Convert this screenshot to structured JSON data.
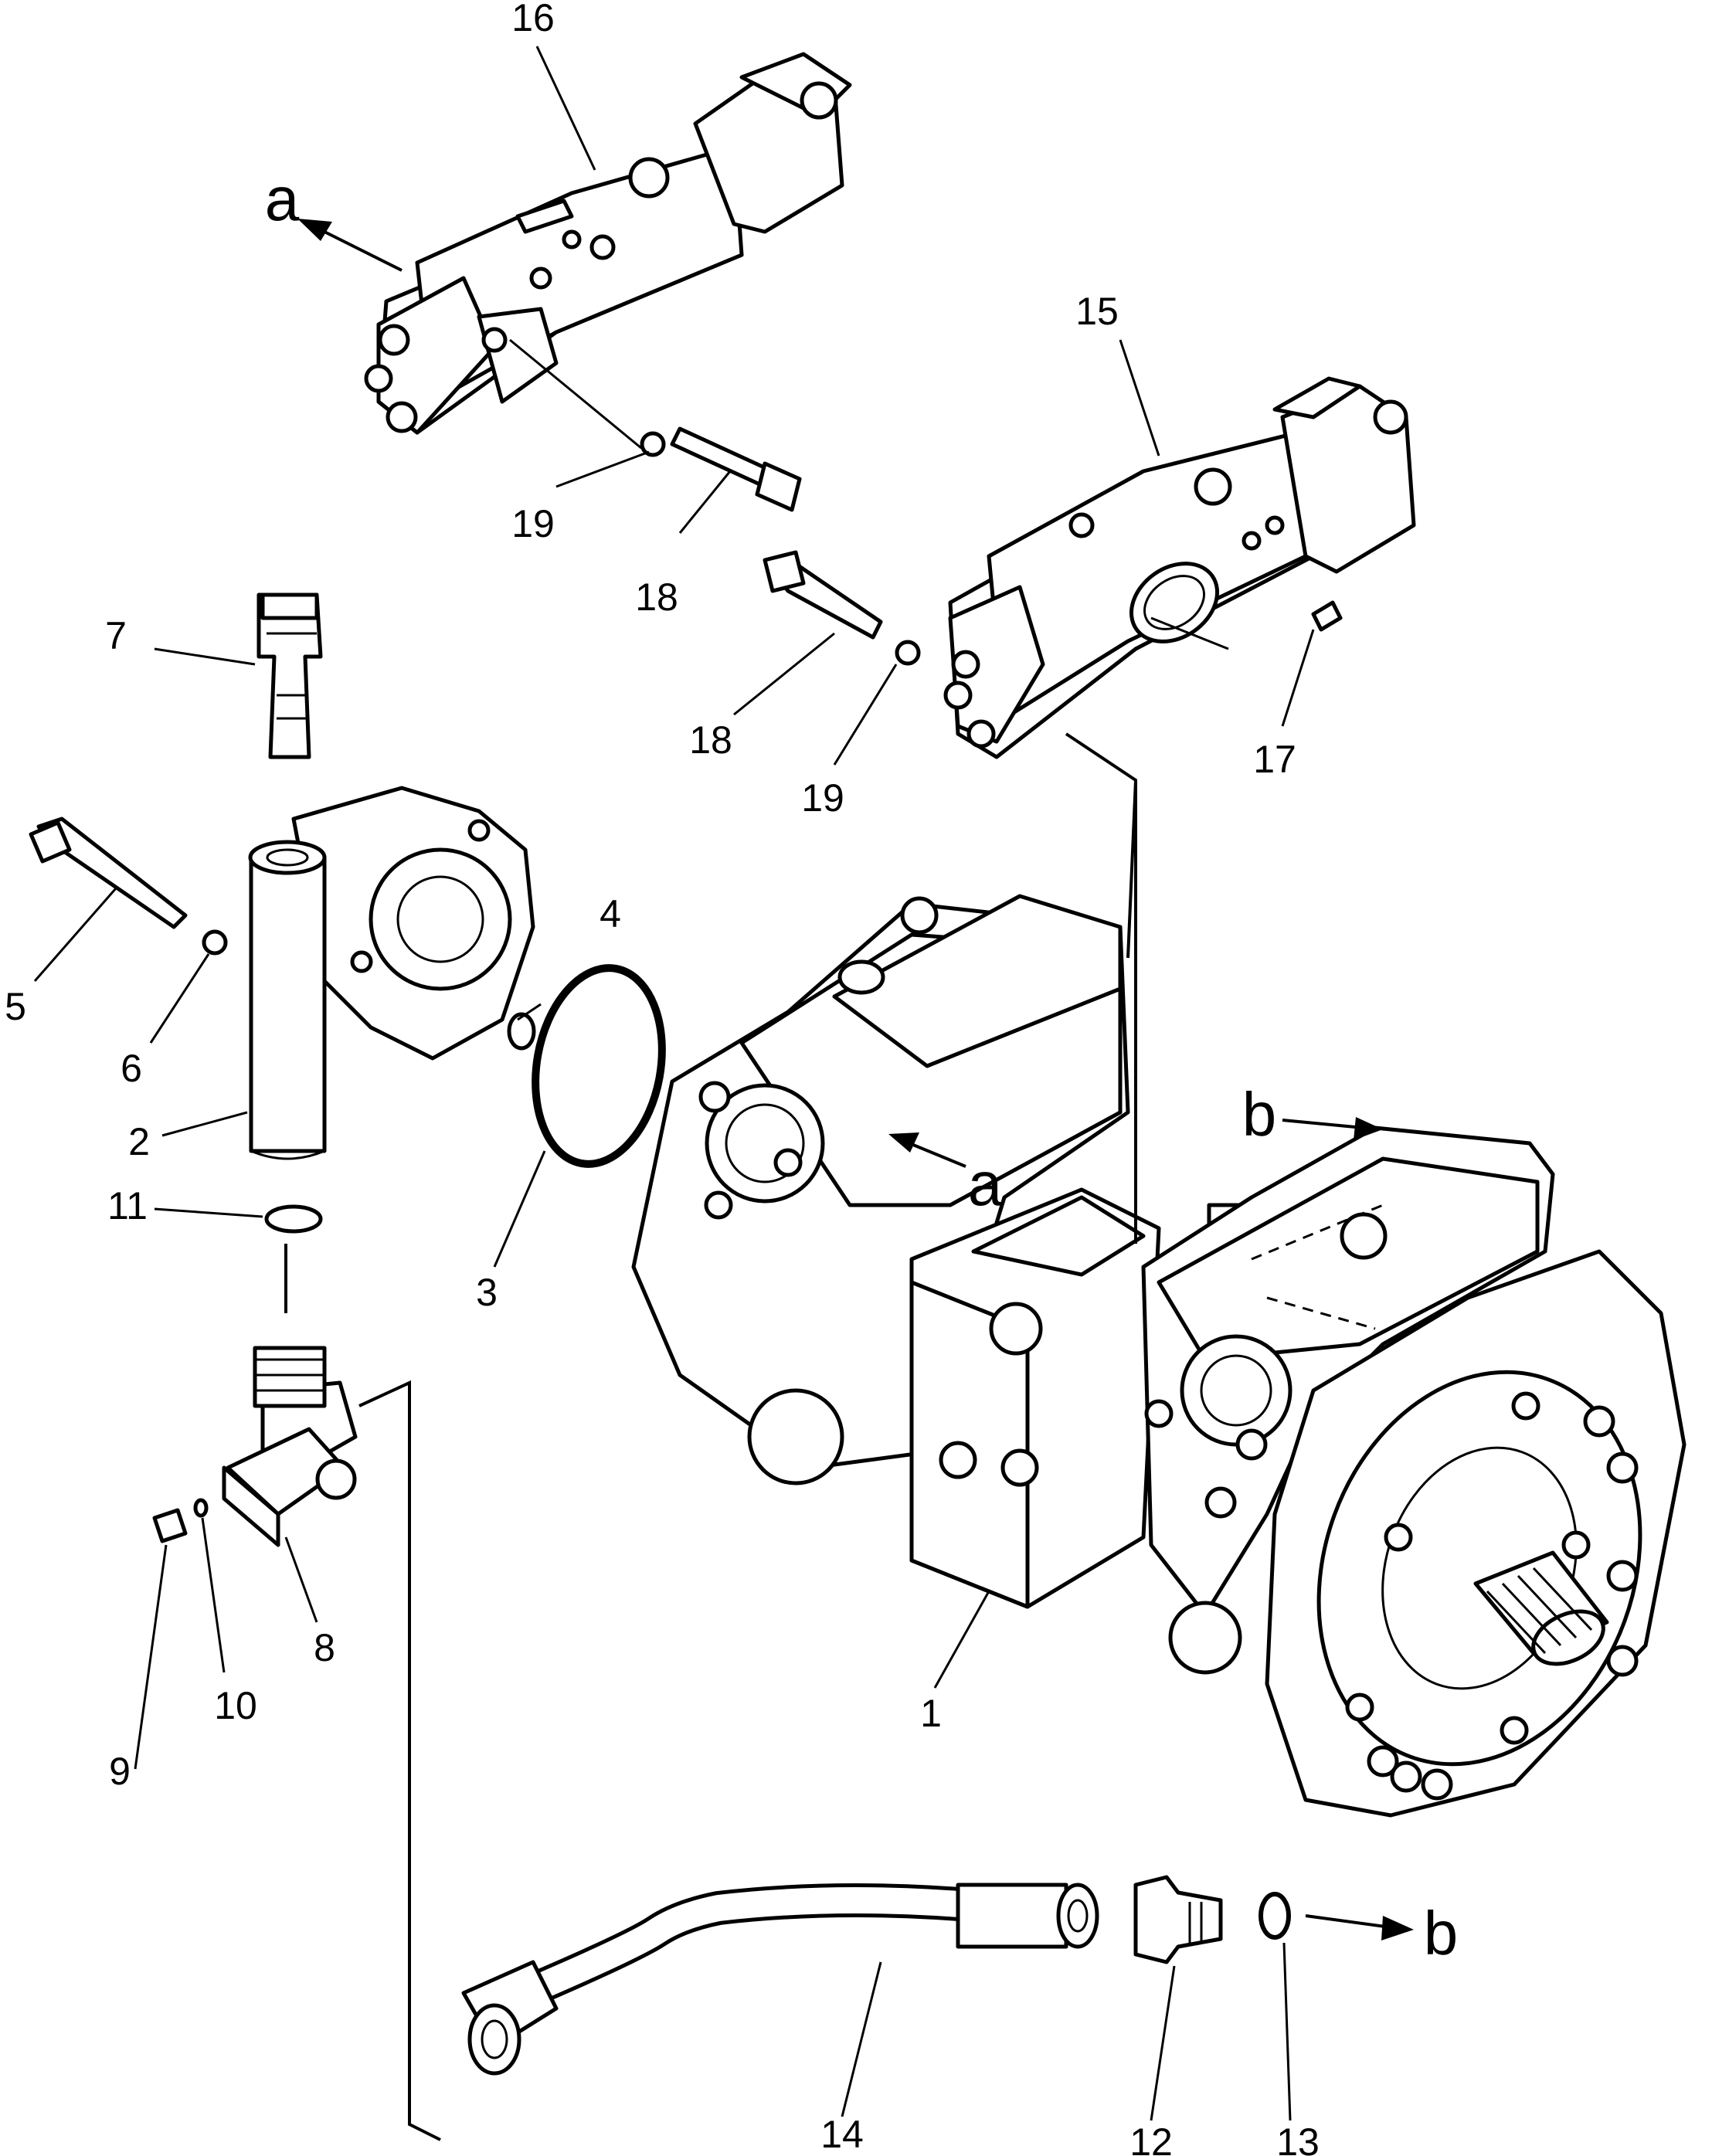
{
  "callouts": {
    "c1": "1",
    "c2": "2",
    "c3": "3",
    "c4": "4",
    "c5": "5",
    "c6": "6",
    "c7": "7",
    "c8": "8",
    "c9": "9",
    "c10": "10",
    "c11": "11",
    "c12": "12",
    "c13": "13",
    "c14": "14",
    "c15": "15",
    "c16": "16",
    "c17": "17",
    "c18a": "18",
    "c18b": "18",
    "c19a": "19",
    "c19b": "19"
  },
  "refs": {
    "a1": "a",
    "a2": "a",
    "b1": "b",
    "b2": "b"
  },
  "icons": [
    "arrow-icon"
  ]
}
